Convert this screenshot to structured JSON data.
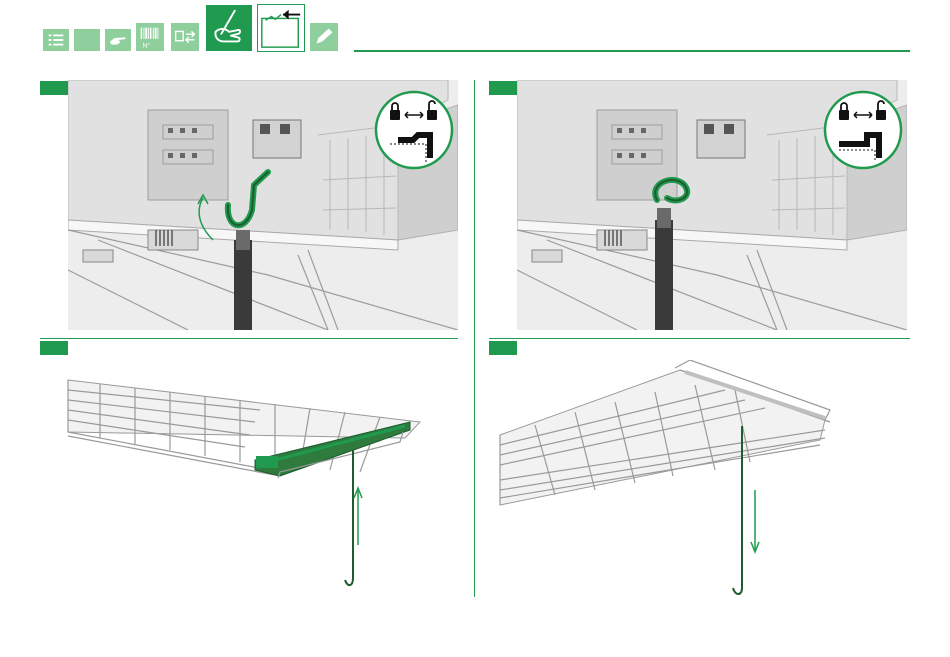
{
  "toolbar": {
    "icons": [
      {
        "name": "list-icon"
      },
      {
        "name": "blank-icon"
      },
      {
        "name": "pointing-hand-icon"
      },
      {
        "name": "barcode-icon",
        "label": "N°"
      },
      {
        "name": "machine-transfer-icon"
      },
      {
        "name": "hand-tool-icon",
        "active": true
      },
      {
        "name": "surface-arrow-icon"
      },
      {
        "name": "pencil-icon"
      }
    ]
  },
  "colors": {
    "accent": "#1f9a4e",
    "accent_light": "#8fcf9d",
    "dark_green": "#1d5c2e",
    "line_gray": "#9a9a9a"
  },
  "panels": [
    {
      "id": "top-left",
      "icons": [
        "lock-icon",
        "double-arrow-icon",
        "unlock-icon"
      ]
    },
    {
      "id": "top-right",
      "icons": [
        "lock-icon",
        "double-arrow-icon",
        "unlock-icon"
      ]
    },
    {
      "id": "bottom-left",
      "direction": "up"
    },
    {
      "id": "bottom-right",
      "direction": "down"
    }
  ]
}
